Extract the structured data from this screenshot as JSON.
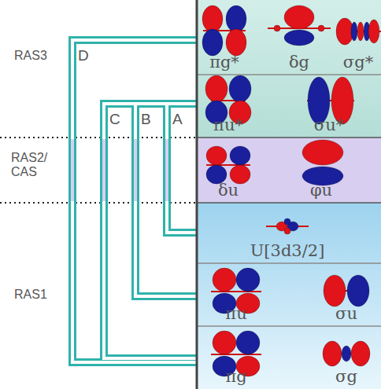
{
  "diagram": {
    "nodes": [
      {
        "text": [
          "πg*",
          "δg",
          "σg*"
        ]
      },
      {
        "text": [
          "πu*",
          "σu*"
        ]
      },
      {
        "text": [
          "δu",
          "φu"
        ]
      },
      {
        "text": [
          "U[3d3/2]"
        ]
      },
      {
        "text": [
          "πu",
          "σu"
        ]
      },
      {
        "text": [
          "πg",
          "σg"
        ]
      }
    ],
    "labels": [
      "RAS3",
      "RAS2/ CAS",
      "RAS1",
      "D",
      "C",
      "B",
      "A"
    ]
  }
}
